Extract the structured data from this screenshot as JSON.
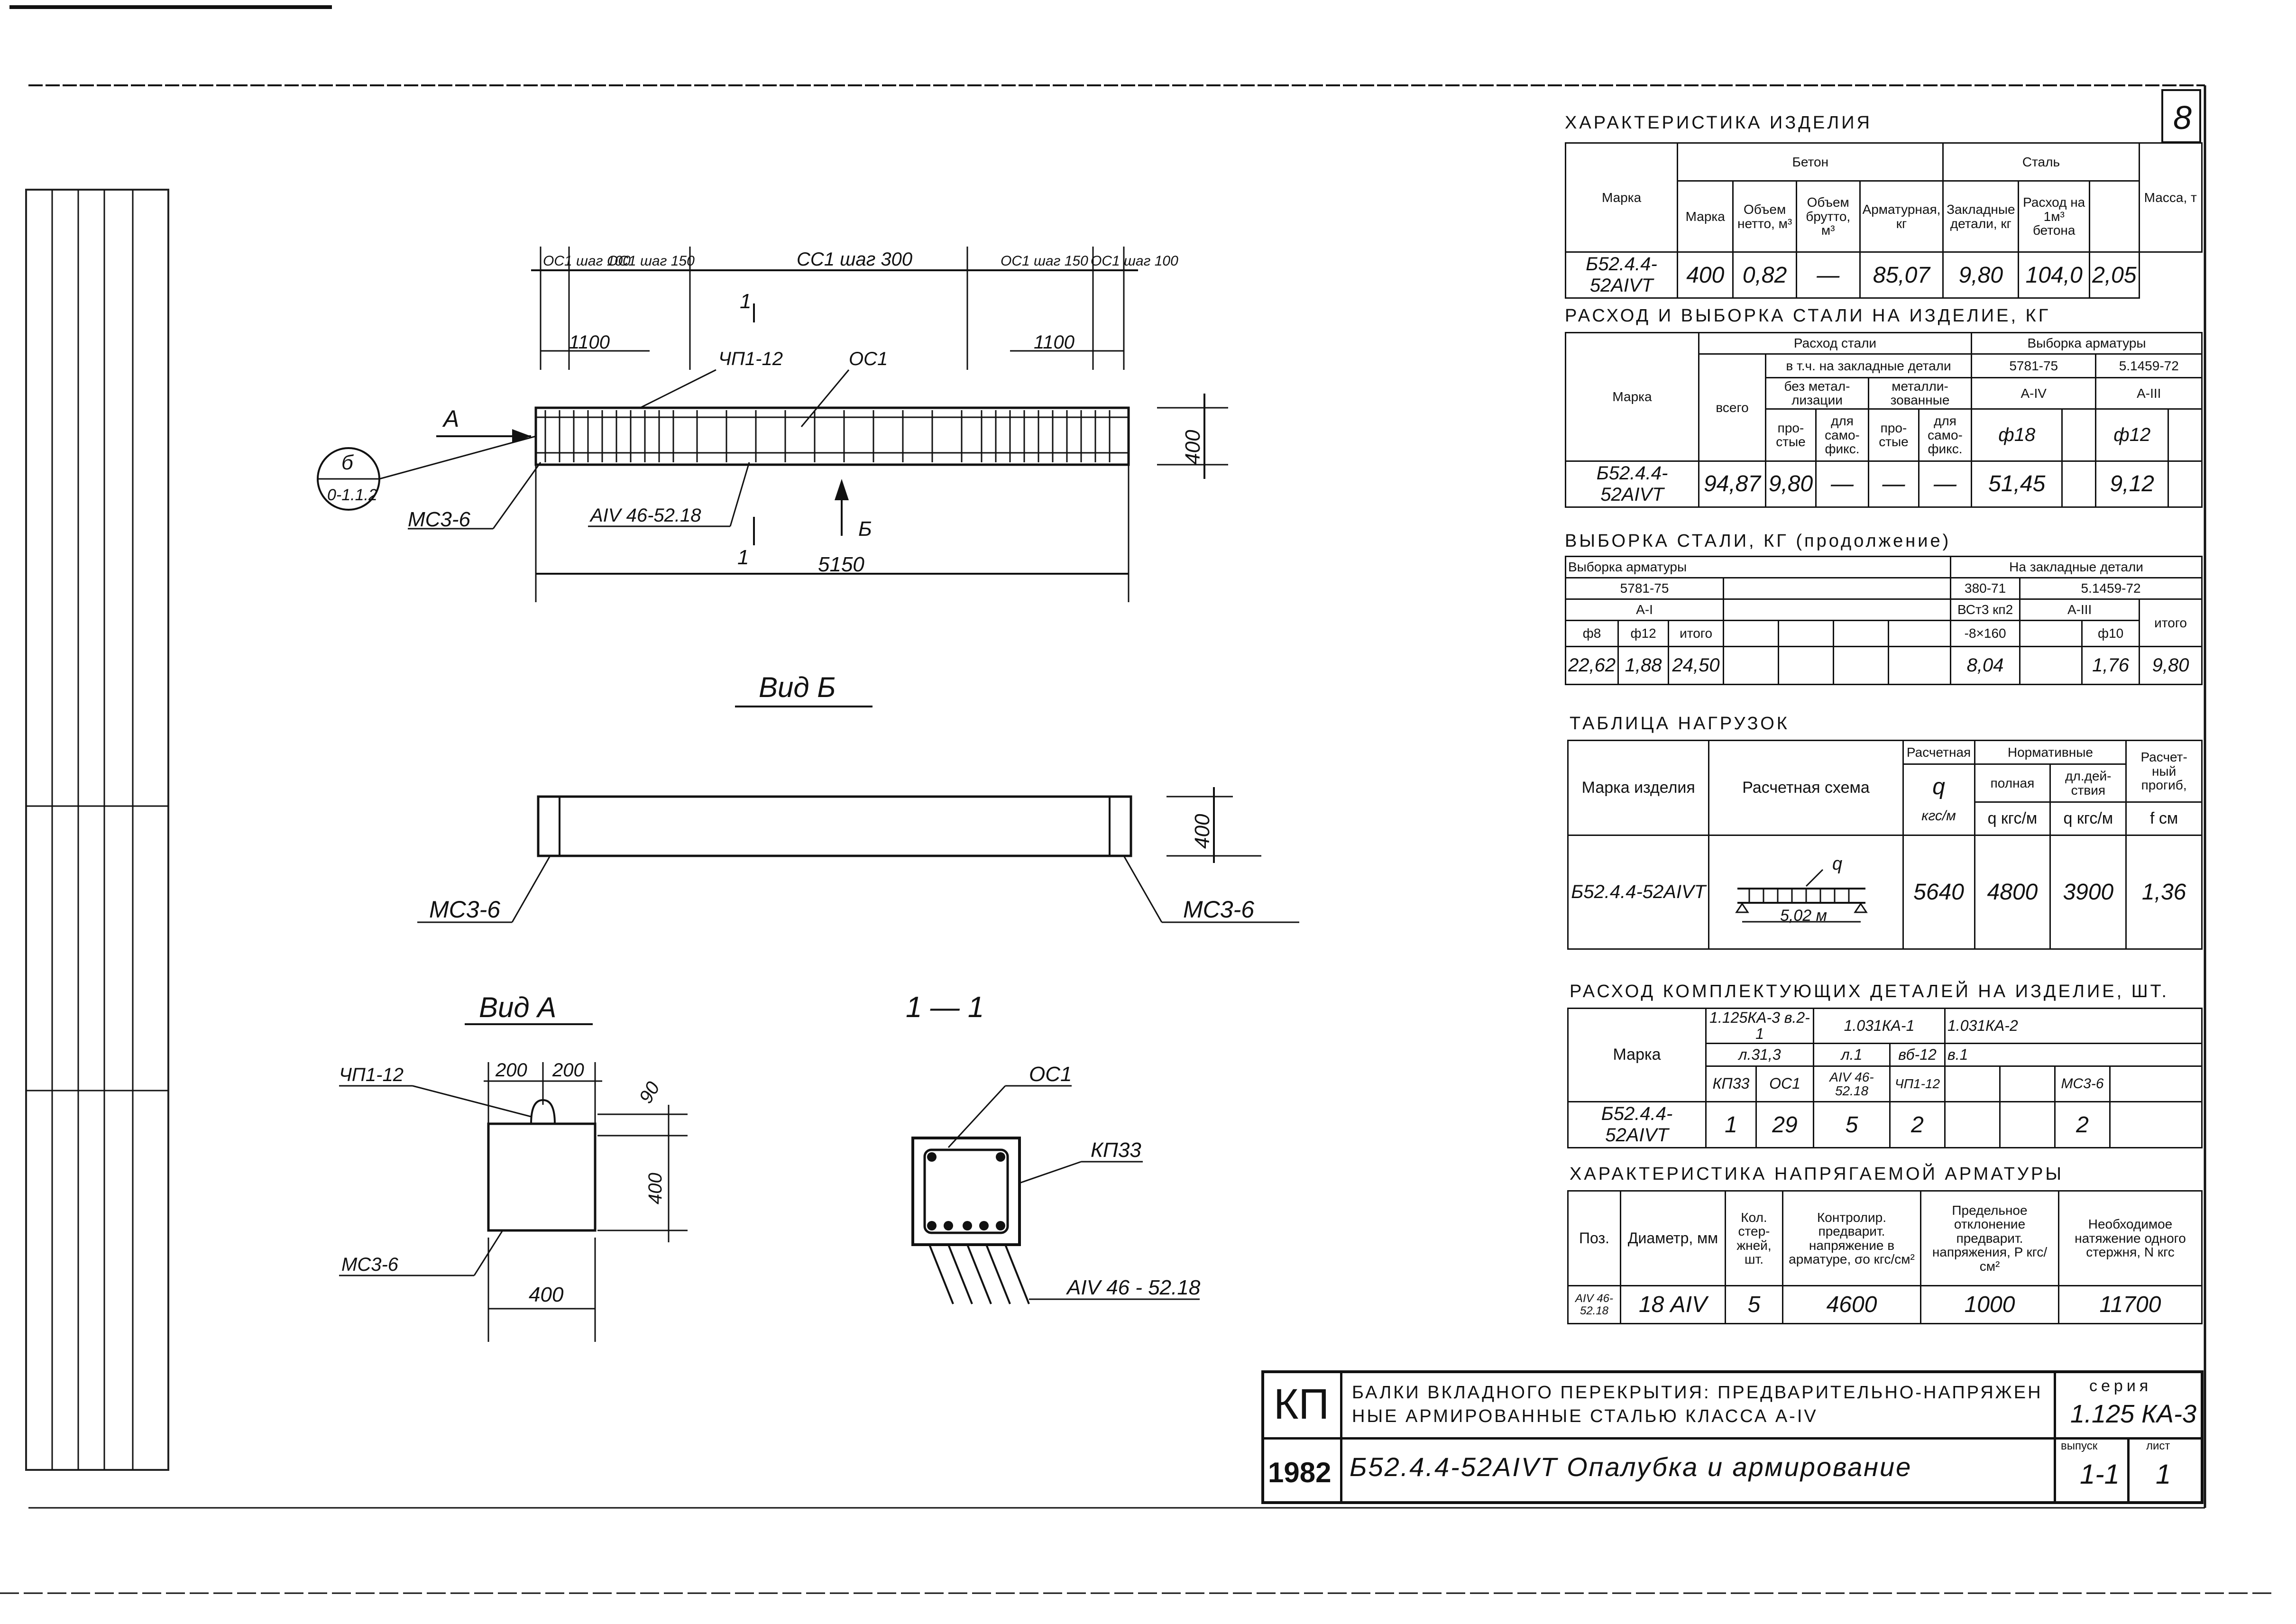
{
  "sheet_number": "8",
  "drawing": {
    "spacing_labels": [
      "ОС1 шаг 100",
      "ОС1 шаг 150",
      "СС1 шаг 300",
      "ОС1 шаг 150",
      "ОС1 шаг 100"
    ],
    "dim_1100_left": "1100",
    "dim_1100_right": "1100",
    "label_up": "ЧП1-12",
    "label_os1": "ОС1",
    "label_a": "А",
    "label_section_num": "1",
    "label_b": "Б",
    "callout_top": "б",
    "callout_bottom": "0-1.1.2",
    "label_mc": "МС3-6",
    "label_rebar": "АIV 46-52.18",
    "dim_length": "5150",
    "dim_height": "400",
    "view_b_title": "Вид Б",
    "view_b_mc_left": "МС3-6",
    "view_b_mc_right": "МС3-6",
    "view_b_height": "400",
    "view_a_title": "Вид А",
    "view_a_up": "ЧП1-12",
    "view_a_200_l": "200",
    "view_a_200_r": "200",
    "view_a_90": "90",
    "view_a_400_v": "400",
    "view_a_400_h": "400",
    "view_a_mc": "МС3-6",
    "section_title": "1 — 1",
    "section_os1": "ОС1",
    "section_kp": "КП33",
    "section_rebar": "АIV 46 - 52.18"
  },
  "char_table": {
    "title": "ХАРАКТЕРИСТИКА ИЗДЕЛИЯ",
    "h_mark": "Марка",
    "h_concrete": "Бетон",
    "h_steel": "Сталь",
    "h_mass": "Масса, т",
    "h_c_mark": "Марка",
    "h_vol_net": "Объем нетто, м³",
    "h_vol_gross": "Объем брутто, м³",
    "h_rebar": "Арматурная, кг",
    "h_embed": "Закладные детали, кг",
    "h_per_m3": "Расход на 1м³ бетона",
    "row": [
      "Б52.4.4-52АIVТ",
      "400",
      "0,82",
      "—",
      "85,07",
      "9,80",
      "104,0",
      "2,05"
    ]
  },
  "steel_table": {
    "title": "РАСХОД И ВЫБОРКА СТАЛИ НА ИЗДЕЛИЕ, КГ",
    "h_mark": "Марка",
    "h_flow": "Расход стали",
    "h_select": "Выборка арматуры",
    "h_total": "всего",
    "h_incl": "в т.ч. на закладные детали",
    "h_no_metal": "без метал-лизации",
    "h_metal": "металли-зованные",
    "h_simple_1": "про-стые",
    "h_fix_1": "для само-фикс.",
    "h_simple_2": "про-стые",
    "h_fix_2": "для само-фикс.",
    "h_gost1": "5781-75",
    "h_gost2": "5.1459-72",
    "h_a4": "А-IV",
    "h_a3": "А-III",
    "h_d18": "ф18",
    "h_d12": "ф12",
    "row": [
      "Б52.4.4-52АIVТ",
      "94,87",
      "9,80",
      "—",
      "—",
      "—",
      "51,45",
      "9,12"
    ]
  },
  "cont_table": {
    "title": "ВЫБОРКА СТАЛИ, КГ (продолжение)",
    "h_select": "Выборка арматуры",
    "h_embed": "На закладные детали",
    "h_gost": "5781-75",
    "h_gost_a": "380-71",
    "h_gost_b": "5.1459-72",
    "h_a1": "А-I",
    "h_vst": "ВСт3 кп2",
    "h_a3": "А-III",
    "h_total": "итого",
    "h_d8": "ф8",
    "h_d12": "ф12",
    "h_itog": "итого",
    "h_plate": "-8×160",
    "h_d10": "ф10",
    "row": [
      "22,62",
      "1,88",
      "24,50",
      "8,04",
      "1,76",
      "9,80"
    ]
  },
  "load_table": {
    "title": "ТАБЛИЦА НАГРУЗОК",
    "h_mark": "Марка изделия",
    "h_scheme": "Расчетная схема",
    "h_calc": "Расчетная",
    "h_norm": "Нормативные",
    "h_full": "полная",
    "h_long": "дл.дей-ствия",
    "h_defl": "Расчет-ный прогиб,",
    "h_q": "q",
    "h_unit": "кгс/м",
    "h_q_unit1": "q кгс/м",
    "h_q_unit2": "q кгс/м",
    "h_f": "f см",
    "scheme_q": "q",
    "scheme_span": "5,02 м",
    "row": [
      "Б52.4.4-52АIVТ",
      "5640",
      "4800",
      "3900",
      "1,36"
    ]
  },
  "parts_table": {
    "title": "РАСХОД КОМПЛЕКТУЮЩИХ ДЕТАЛЕЙ НА ИЗДЕЛИЕ, ШТ.",
    "h_mark": "Марка",
    "h_series1": "1.125КА-3 в.2-1",
    "h_series2": "1.031КА-1",
    "h_series3": "1.031КА-2",
    "h_sheet1": "л.31,3",
    "h_sheet2": "л.1",
    "h_sheet3": "вб-12",
    "h_sheet4": "в.1",
    "cols": [
      "КП33",
      "ОС1",
      "АIV 46-52.18",
      "ЧП1-12",
      "",
      "",
      "МС3-6",
      ""
    ],
    "row": [
      "Б52.4.4-52АIVТ",
      "1",
      "29",
      "5",
      "2",
      "",
      "",
      "2",
      ""
    ]
  },
  "prestress_table": {
    "title": "ХАРАКТЕРИСТИКА НАПРЯГАЕМОЙ АРМАТУРЫ",
    "h_pos": "Поз.",
    "h_diam": "Диаметр, мм",
    "h_count": "Кол. стер-жней, шт.",
    "h_control": "Контролир. предварит. напряжение в арматуре, σo кгс/см²",
    "h_dev": "Предельное отклонение предварит. напряжения, P кгс/см²",
    "h_tension": "Необходимое натяжение одного стержня, N кгс",
    "row": [
      "АIV 46-52.18",
      "18 АIV",
      "5",
      "4600",
      "1000",
      "11700"
    ]
  },
  "stamp": {
    "code": "КП",
    "year": "1982",
    "title_line1": "БАЛКИ ВКЛАДНОГО ПЕРЕКРЫТИЯ: ПРЕДВАРИТЕЛЬНО-НАПРЯЖЕН",
    "title_line2": "НЫЕ АРМИРОВАННЫЕ СТАЛЬЮ КЛАССА А-IV",
    "drawing_title": "Б52.4.4-52АIVТ Опалубка и армирование",
    "series_label": "серия",
    "series_value": "1.125 КА-3",
    "issue_label": "выпуск",
    "issue_value": "1-1",
    "sheet_label": "лист",
    "sheet_value": "1"
  }
}
